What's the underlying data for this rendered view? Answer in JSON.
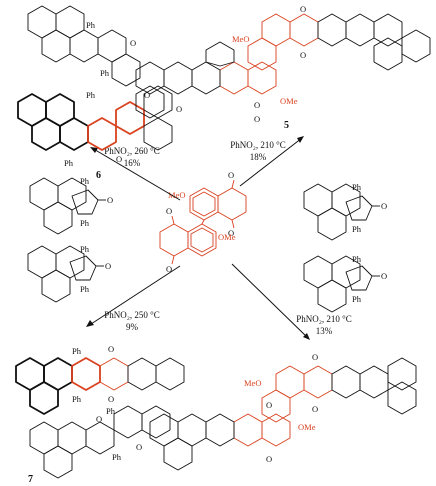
{
  "reactions": [
    {
      "id": "r_upper_left",
      "solvent": "PhNO₂, 260 °C",
      "yield": "16%",
      "product_number": "6"
    },
    {
      "id": "r_upper_right",
      "solvent": "PhNO₂, 210 °C",
      "yield": "18%",
      "product_number": "5"
    },
    {
      "id": "r_lower_left",
      "solvent": "PhNO₂, 250 °C",
      "yield": "9%",
      "product_number": "7"
    },
    {
      "id": "r_lower_right",
      "solvent": "PhNO₂, 210 °C",
      "yield": "13%",
      "product_number": ""
    }
  ],
  "labels": {
    "ph": "Ph",
    "o": "O",
    "meo": "MeO",
    "ome": "OMe"
  },
  "colors": {
    "highlight": "#d9411e",
    "ink": "#111111"
  }
}
